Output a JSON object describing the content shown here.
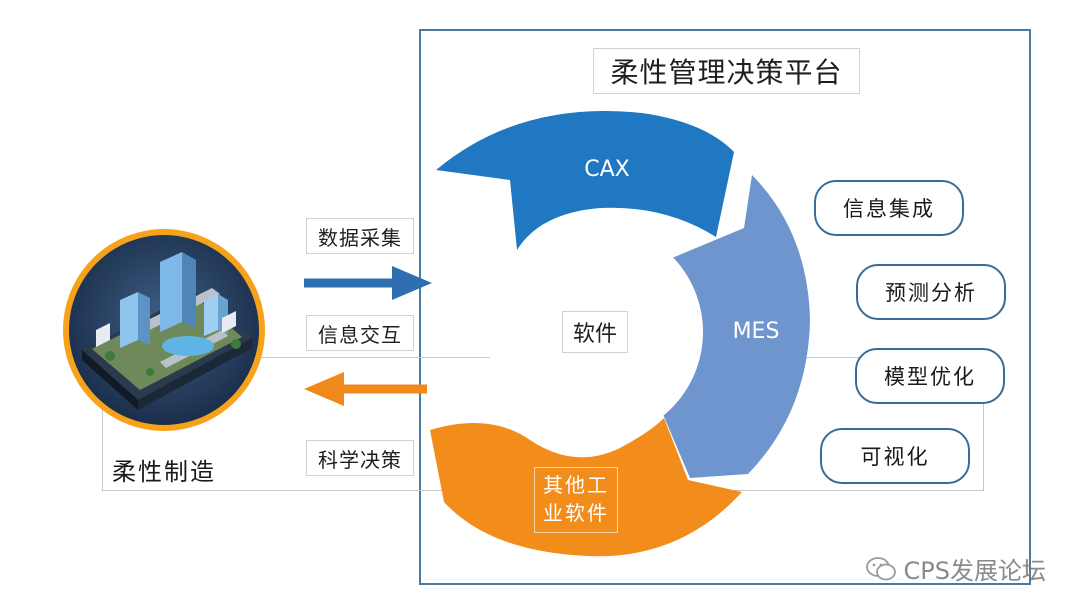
{
  "platform": {
    "title": "柔性管理决策平台",
    "center_label": "软件",
    "segments": {
      "cax": "CAX",
      "mes": "MES",
      "other_line1": "其他工",
      "other_line2": "业软件"
    },
    "colors": {
      "cax": "#1f78c1",
      "mes": "#6e95cd",
      "other": "#f28c1b",
      "frame": "#4a7aa0"
    }
  },
  "left": {
    "caption": "柔性制造",
    "icon": "smart-city-icon"
  },
  "arrows": {
    "labels": [
      "数据采集",
      "信息交互",
      "科学决策"
    ],
    "inbound_color": "#2d6fb0",
    "outbound_color": "#f0891a"
  },
  "capabilities": [
    "信息集成",
    "预测分析",
    "模型优化",
    "可视化"
  ],
  "watermark": {
    "text": "CPS发展论坛",
    "icon": "wechat-icon"
  }
}
